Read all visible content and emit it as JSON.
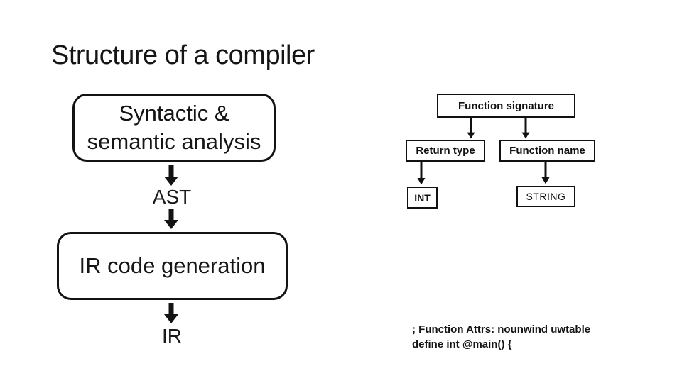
{
  "slide": {
    "title": "Structure of a compiler",
    "colors": {
      "background": "#ffffff",
      "ink": "#111111"
    },
    "left_flow": {
      "box1_line1": "Syntactic &",
      "box1_line2": "semantic analysis",
      "ast_label": "AST",
      "box2_label": "IR code generation",
      "ir_label": "IR"
    },
    "right_tree": {
      "root": "Function signature",
      "children": [
        "Return type",
        "Function name"
      ],
      "leaves": [
        "INT",
        "STRING"
      ]
    },
    "code": {
      "line1": "; Function Attrs: nounwind uwtable",
      "line2": "define int @main() {"
    }
  }
}
